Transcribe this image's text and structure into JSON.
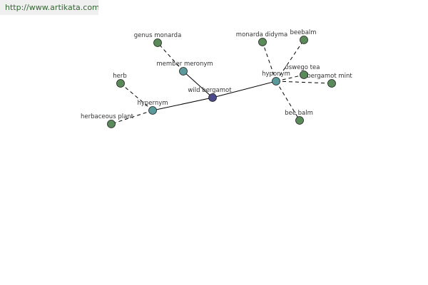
{
  "url": "http://www.artikata.com",
  "colors": {
    "leaf": "#5a8a5a",
    "relation": "#5a9a9a",
    "center": "#4a4a8a",
    "node_stroke": "#222222",
    "edge": "#000000"
  },
  "nodes": [
    {
      "id": "wild-bergamot",
      "label": "wild bergamot",
      "type": "center"
    },
    {
      "id": "hypernym",
      "label": "hypernym",
      "type": "relation"
    },
    {
      "id": "member-meronym",
      "label": "member meronym",
      "type": "relation"
    },
    {
      "id": "hyponym",
      "label": "hyponym",
      "type": "relation"
    },
    {
      "id": "herb",
      "label": "herb",
      "type": "leaf"
    },
    {
      "id": "herbaceous-plant",
      "label": "herbaceous plant",
      "type": "leaf"
    },
    {
      "id": "genus-monarda",
      "label": "genus monarda",
      "type": "leaf"
    },
    {
      "id": "monarda-didyma",
      "label": "monarda didyma",
      "type": "leaf"
    },
    {
      "id": "beebalm",
      "label": "beebalm",
      "type": "leaf"
    },
    {
      "id": "oswego-tea",
      "label": "oswego tea",
      "type": "leaf"
    },
    {
      "id": "bergamot-mint",
      "label": "bergamot mint",
      "type": "leaf"
    },
    {
      "id": "bee-balm",
      "label": "bee balm",
      "type": "leaf"
    }
  ],
  "edges": [
    {
      "from": "wild-bergamot",
      "to": "hypernym",
      "style": "solid"
    },
    {
      "from": "wild-bergamot",
      "to": "member-meronym",
      "style": "solid"
    },
    {
      "from": "wild-bergamot",
      "to": "hyponym",
      "style": "solid"
    },
    {
      "from": "hypernym",
      "to": "herb",
      "style": "dashed"
    },
    {
      "from": "hypernym",
      "to": "herbaceous-plant",
      "style": "dashed"
    },
    {
      "from": "member-meronym",
      "to": "genus-monarda",
      "style": "dashed"
    },
    {
      "from": "hyponym",
      "to": "monarda-didyma",
      "style": "dashed"
    },
    {
      "from": "hyponym",
      "to": "beebalm",
      "style": "dashed"
    },
    {
      "from": "hyponym",
      "to": "oswego-tea",
      "style": "dashed"
    },
    {
      "from": "hyponym",
      "to": "bergamot-mint",
      "style": "dashed"
    },
    {
      "from": "hyponym",
      "to": "bee-balm",
      "style": "dashed"
    }
  ]
}
